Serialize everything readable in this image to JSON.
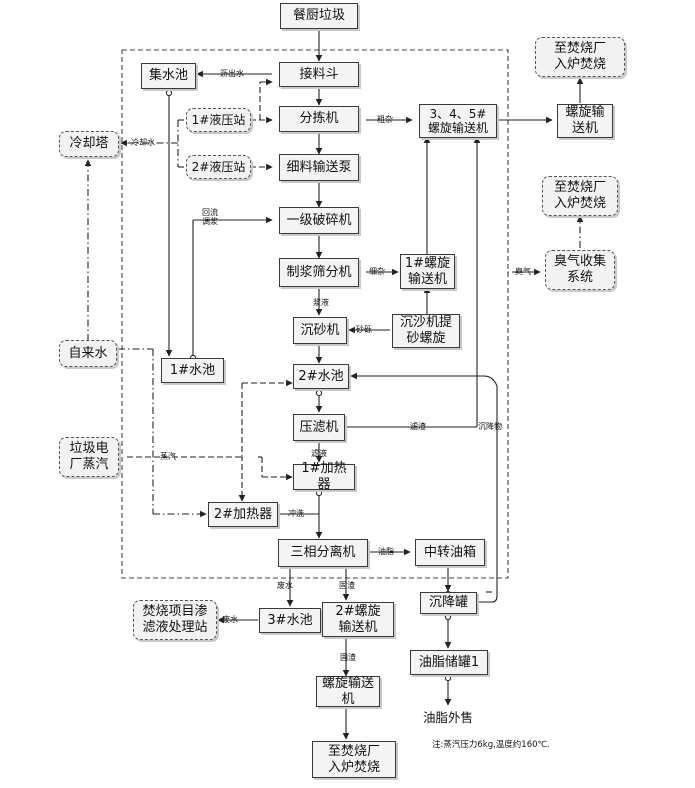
{
  "nodes": {
    "food_waste": "餐厨垃圾",
    "incin_top": "至焚烧厂\n入炉焚烧",
    "collect_pool": "集水池",
    "receiving_hopper": "接料斗",
    "hydraulic_1": "1#液压站",
    "sorting_machine": "分拣机",
    "screw_345": "3、4、5#\n螺旋输送机",
    "screw_conv_top": "螺旋输\n送机",
    "cooling_tower": "冷却塔",
    "hydraulic_2": "2#液压站",
    "fine_pump": "细料输送泵",
    "incin_mid": "至焚烧厂\n入炉焚烧",
    "primary_crusher": "一级破碎机",
    "pulp_screen": "制浆筛分机",
    "screw_1": "1#螺旋\n输送机",
    "odor_collection": "臭气收集\n系统",
    "grit_chamber": "沉砂机",
    "grit_screw": "沉沙机提\n砂螺旋",
    "tap_water": "自来水",
    "pool_1": "1#水池",
    "pool_2": "2#水池",
    "filter_press": "压滤机",
    "plant_steam": "垃圾电\n厂蒸汽",
    "heater_1": "1#加热器",
    "heater_2": "2#加热器",
    "three_phase": "三相分离机",
    "oil_tank": "中转油箱",
    "settling_tank": "沉降罐",
    "leachate_station": "焚烧项目渗\n滤液处理站",
    "pool_3": "3#水池",
    "screw_2": "2#螺旋\n输送机",
    "oil_storage": "油脂储罐1",
    "screw_conv_bottom": "螺旋输送\n机",
    "oil_sale": "油脂外售",
    "incin_bottom": "至焚烧厂\n入炉焚烧"
  },
  "labels": {
    "drain_water": "沥出水",
    "coarse": "粗杂",
    "cooling_water": "冷却水",
    "reflux": "回流\n调浆",
    "fine_impurity": "细杂",
    "slurry": "浆液",
    "grit": "砂砾",
    "odor": "臭气",
    "filter_residue": "滤渣",
    "sediment": "沉降物",
    "steam": "蒸汽",
    "filtrate": "滤液",
    "flush": "冲洗",
    "grease": "油脂",
    "waste_water": "废水",
    "solid_residue": "固渣",
    "leachate": "废水",
    "solid_residue_2": "固渣"
  },
  "note": "注:蒸汽压力6kg,温度约160℃."
}
